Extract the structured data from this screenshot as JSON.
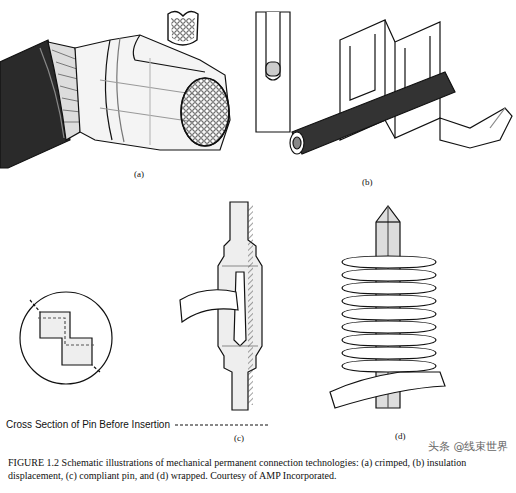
{
  "diagram": {
    "caption": "FIGURE 1.2 Schematic illustrations of mechanical permanent connection technologies: (a) crimped, (b) insulation displacement, (c) compliant pin, and (d) wrapped. Courtesy of AMP Incorporated.",
    "labels": [
      "(a)",
      "(b)",
      "(c)",
      "(d)",
      "Cross Section of Pin Before Insertion",
      "头条 @线束世界"
    ]
  }
}
